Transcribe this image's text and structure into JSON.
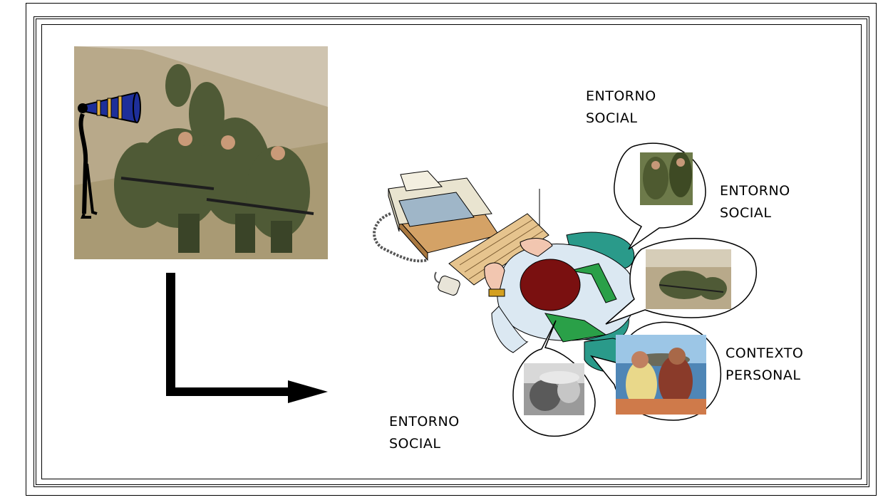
{
  "labels": {
    "social_top": {
      "line1": "ENTORNO",
      "line2": "SOCIAL"
    },
    "social_right": {
      "line1": "ENTORNO",
      "line2": "SOCIAL"
    },
    "personal_context": {
      "line1": "CONTEXTO",
      "line2": "PERSONAL"
    },
    "social_bottom": {
      "line1": "ENTORNO",
      "line2": "SOCIAL"
    }
  },
  "icons": [
    "megaphone-icon",
    "soldiers-photo",
    "computer-workstation",
    "right-arrow-icon"
  ],
  "colors": {
    "megaphone": "#1e2f9a",
    "hair": "#7a1010",
    "chair": "#2a9a8a",
    "shirt": "#dbe8f2"
  }
}
